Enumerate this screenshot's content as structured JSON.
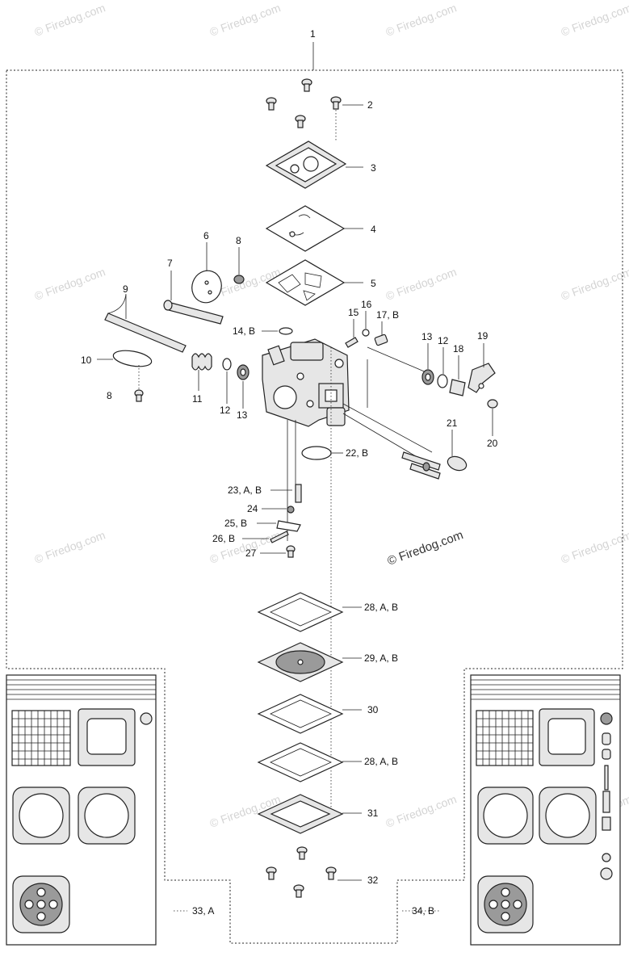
{
  "watermark": "© Firedog.com",
  "labels": {
    "l1": "1",
    "l2": "2",
    "l3": "3",
    "l4": "4",
    "l5": "5",
    "l6": "6",
    "l7": "7",
    "l8a": "8",
    "l8b": "8",
    "l9": "9",
    "l10": "10",
    "l11": "11",
    "l12a": "12",
    "l12b": "12",
    "l13a": "13",
    "l13b": "13",
    "l14": "14, B",
    "l15": "15",
    "l16": "16",
    "l17": "17, B",
    "l18": "18",
    "l19": "19",
    "l20": "20",
    "l21": "21",
    "l22": "22, B",
    "l23": "23, A, B",
    "l24": "24",
    "l25": "25, B",
    "l26": "26, B",
    "l27": "27",
    "l28a": "28, A, B",
    "l29": "29, A, B",
    "l30": "30",
    "l28b": "28, A, B",
    "l31": "31",
    "l32": "32",
    "l33": "33, A",
    "l34": "34, B"
  },
  "colors": {
    "line": "#222222",
    "part_fill": "#e6e6e6",
    "watermark": "#d4d4d4"
  }
}
